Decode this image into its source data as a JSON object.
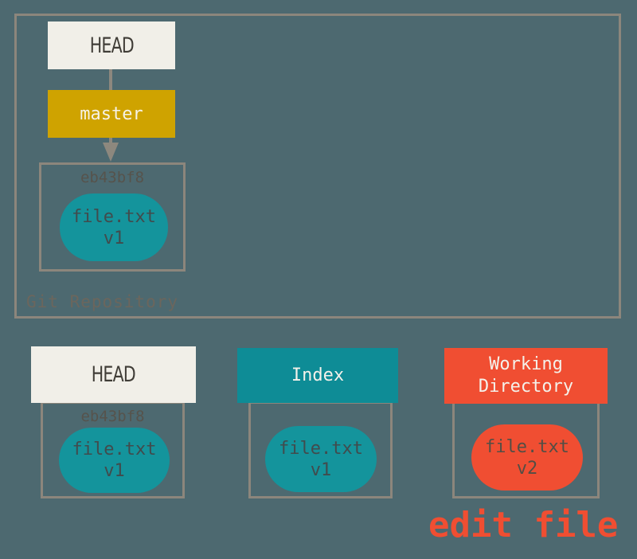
{
  "repository": {
    "label": "Git Repository",
    "head_label": "HEAD",
    "branch_label": "master",
    "commit": {
      "hash": "eb43bf8",
      "file_name": "file.txt",
      "file_version": "v1"
    }
  },
  "columns": [
    {
      "id": "head",
      "label": "HEAD",
      "hash": "eb43bf8",
      "file_name": "file.txt",
      "file_version": "v1"
    },
    {
      "id": "index",
      "label": "Index",
      "file_name": "file.txt",
      "file_version": "v1"
    },
    {
      "id": "working-directory",
      "label": "Working Directory",
      "file_name": "file.txt",
      "file_version": "v2"
    }
  ],
  "annotation": {
    "label": "edit file"
  },
  "colors": {
    "background": "#4D6970",
    "box_border": "#8C867C",
    "head_fill": "#F1EFE8",
    "head_text": "#403D37",
    "branch_gold": "#CFA300",
    "teal_header": "#0E8C96",
    "teal_pill": "#14949C",
    "orange": "#F04E32",
    "pill_text": "#4A4B47",
    "hash_text": "#56534C",
    "repo_label_text": "#6B665D",
    "arrow": "#8D887E"
  }
}
